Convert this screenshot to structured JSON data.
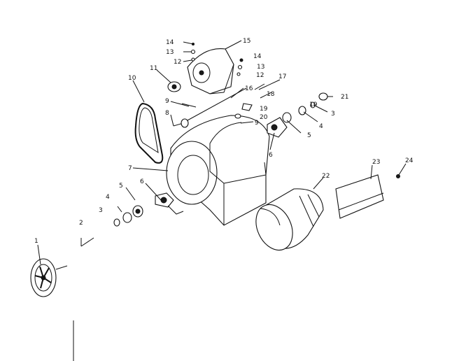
{
  "diagram": {
    "callouts": [
      {
        "id": "c1",
        "text": "1"
      },
      {
        "id": "c2",
        "text": "2"
      },
      {
        "id": "c3a",
        "text": "3"
      },
      {
        "id": "c4a",
        "text": "4"
      },
      {
        "id": "c5a",
        "text": "5"
      },
      {
        "id": "c6a",
        "text": "6"
      },
      {
        "id": "c7",
        "text": "7"
      },
      {
        "id": "c8",
        "text": "8"
      },
      {
        "id": "c9a",
        "text": "9"
      },
      {
        "id": "c10",
        "text": "10"
      },
      {
        "id": "c11",
        "text": "11"
      },
      {
        "id": "c12a",
        "text": "12"
      },
      {
        "id": "c13a",
        "text": "13"
      },
      {
        "id": "c14a",
        "text": "14"
      },
      {
        "id": "c15",
        "text": "15"
      },
      {
        "id": "c14b",
        "text": "14"
      },
      {
        "id": "c13b",
        "text": "13"
      },
      {
        "id": "c12b",
        "text": "12"
      },
      {
        "id": "c17",
        "text": "17"
      },
      {
        "id": "c16",
        "text": "16"
      },
      {
        "id": "c18",
        "text": "18"
      },
      {
        "id": "c19",
        "text": "19"
      },
      {
        "id": "c20",
        "text": "20"
      },
      {
        "id": "c9b",
        "text": "9"
      },
      {
        "id": "c21",
        "text": "21"
      },
      {
        "id": "c19b",
        "text": "19"
      },
      {
        "id": "c3b",
        "text": "3"
      },
      {
        "id": "c4b",
        "text": "4"
      },
      {
        "id": "c5b",
        "text": "5"
      },
      {
        "id": "c6b",
        "text": "6"
      },
      {
        "id": "c22",
        "text": "22"
      },
      {
        "id": "c23",
        "text": "23"
      },
      {
        "id": "c24",
        "text": "24"
      }
    ]
  }
}
